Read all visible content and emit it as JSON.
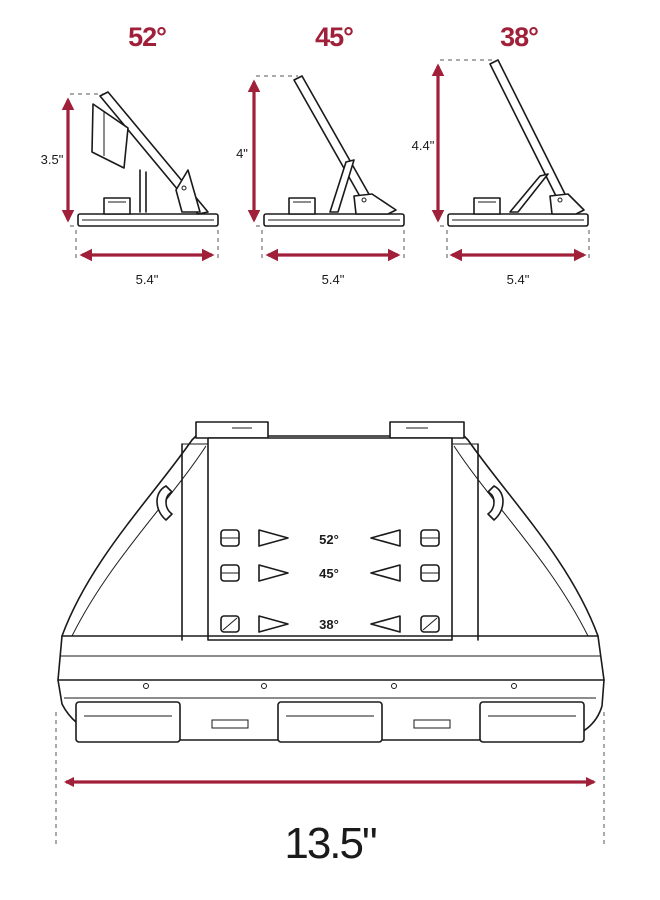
{
  "colors": {
    "accent": "#a0203a",
    "ink": "#1a1a1a"
  },
  "stand_views": [
    {
      "angle": "52°",
      "height": "3.5\"",
      "width": "5.4\""
    },
    {
      "angle": "45°",
      "height": "4\"",
      "width": "5.4\""
    },
    {
      "angle": "38°",
      "height": "4.4\"",
      "width": "5.4\""
    }
  ],
  "top_view": {
    "total_width": "13.5\"",
    "slot_angles": [
      "52°",
      "45°",
      "38°"
    ]
  }
}
